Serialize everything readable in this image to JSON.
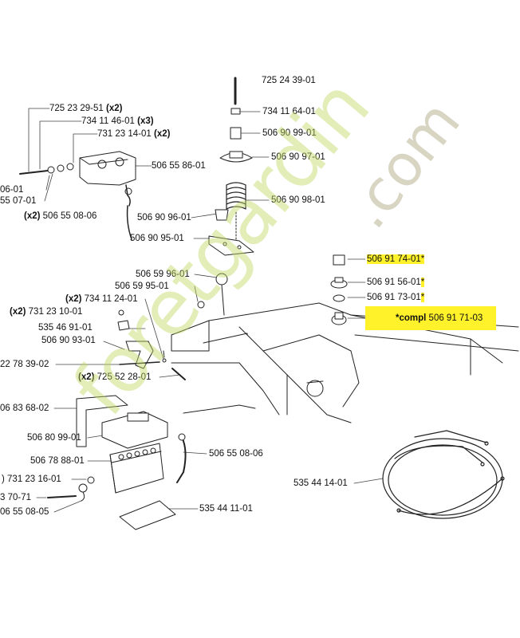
{
  "watermark": {
    "logo": "foretgardin",
    "com": ".com",
    "logo_color": "#bed75f",
    "com_color": "#c8c3aa"
  },
  "highlight_color": "#fff12a",
  "labels": {
    "l1": "725 24 39-01",
    "l2a": "725 23 29-51 ",
    "l2b": "(x2)",
    "l3a": "734 11 46-01 ",
    "l3b": "(x3)",
    "l4": "734 11 64-01",
    "l5a": "731 23 14-01 ",
    "l5b": "(x2)",
    "l6": "506 90 99-01",
    "l7": "506 90 97-01",
    "l8": "506 55 86-01",
    "l9": "06-01",
    "l10": "55 07-01",
    "l11": "506 90 98-01",
    "l12a": "(x2) ",
    "l12b": "506 55 08-06",
    "l13": "506 90 96-01",
    "l14": "506 90 95-01",
    "l15a": "506 91 74-01",
    "l15b": "*",
    "l16": "506 59 96-01",
    "l17": "506 59 95-01",
    "l18a": "506 91 56-01",
    "l18b": "*",
    "l19a": "(x2) ",
    "l19b": "734 11 24-01",
    "l20a": "506 91 73-01",
    "l20b": "*",
    "l21a": "(x2) ",
    "l21b": "731 23 10-01",
    "l22a": "*compl ",
    "l22b": "506 91 71-03",
    "l23": "535 46 91-01",
    "l24": "506 90 93-01",
    "l25": "22 78 39-02",
    "l26a": "(x2) ",
    "l26b": "725 52 28-01",
    "l27": "06 83 68-02",
    "l28": "506 80 99-01",
    "l29": "506 55 08-06",
    "l30": "506 78 88-01",
    "l31": "535 44 14-01",
    "l32": ") 731 23 16-01",
    "l33": "3 70-71",
    "l34": "535 44 11-01",
    "l35": "06 55 08-05"
  }
}
